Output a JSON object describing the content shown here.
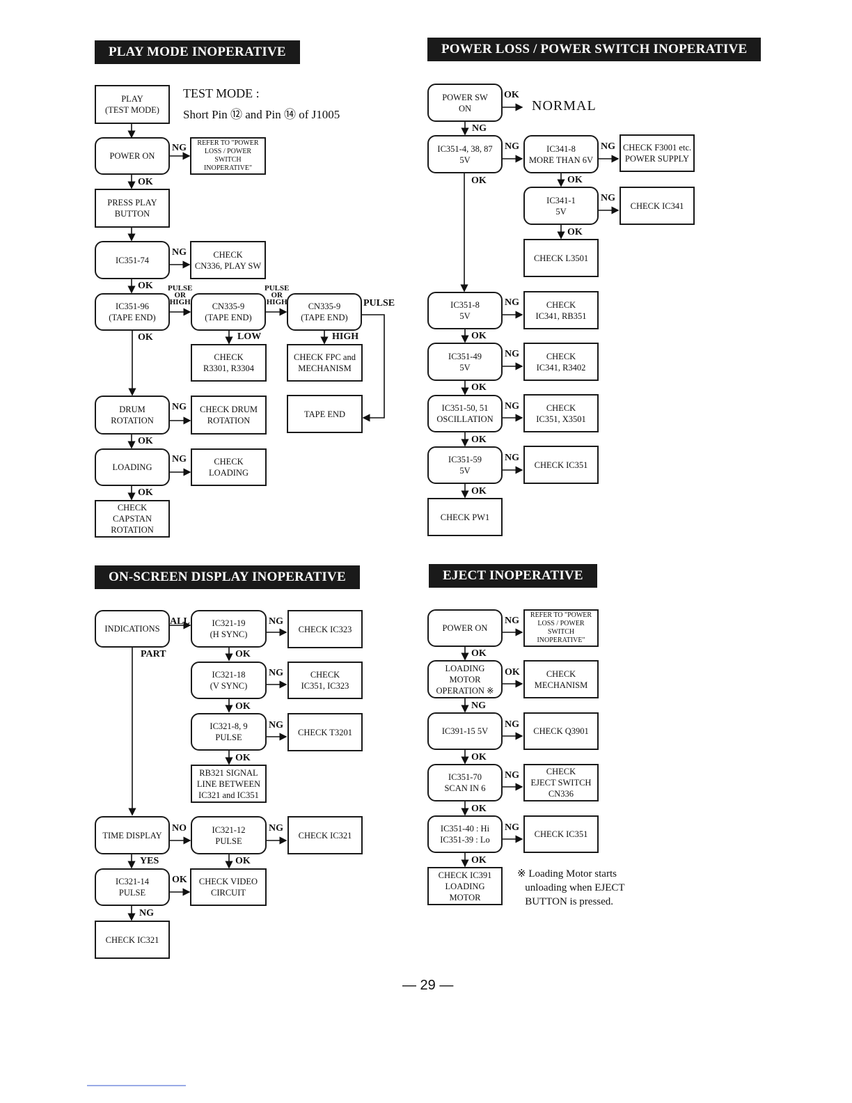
{
  "headers": {
    "play_mode": "PLAY MODE INOPERATIVE",
    "power_loss": "POWER LOSS / POWER SWITCH INOPERATIVE",
    "osd": "ON-SCREEN DISPLAY INOPERATIVE",
    "eject": "EJECT INOPERATIVE"
  },
  "play": {
    "test_mode_title": "TEST MODE :",
    "test_mode_desc": "Short Pin ⑫ and Pin ⑭ of J1005",
    "b_play": "PLAY\n(TEST MODE)",
    "b_power_on": "POWER ON",
    "b_refer": "REFER TO \"POWER\nLOSS / POWER\nSWITCH\nINOPERATIVE\"",
    "b_press_play": "PRESS PLAY\nBUTTON",
    "b_ic351_74": "IC351-74",
    "b_check_cn336": "CHECK\nCN336, PLAY SW",
    "b_ic351_96": "IC351-96\n(TAPE END)",
    "b_cn335_a": "CN335-9\n(TAPE END)",
    "b_cn335_b": "CN335-9\n(TAPE END)",
    "b_check_r3301": "CHECK\nR3301, R3304",
    "b_check_fpc": "CHECK FPC and\nMECHANISM",
    "b_tape_end": "TAPE END",
    "b_drum": "DRUM\nROTATION",
    "b_check_drum": "CHECK DRUM\nROTATION",
    "b_loading": "LOADING",
    "b_check_loading": "CHECK\nLOADING",
    "b_check_capstan": "CHECK\nCAPSTAN\nROTATION",
    "l_ng1": "NG",
    "l_ok1": "OK",
    "l_ng2": "NG",
    "l_ok2": "OK",
    "l_pulse_high1": "PULSE\nOR\nHIGH",
    "l_pulse_high2": "PULSE\nOR\nHIGH",
    "l_pulse": "PULSE",
    "l_ok3": "OK",
    "l_low": "LOW",
    "l_high": "HIGH",
    "l_ng3": "NG",
    "l_ok4": "OK",
    "l_ng4": "NG",
    "l_ok5": "OK"
  },
  "power": {
    "b_power_sw": "POWER SW\nON",
    "normal": "NORMAL",
    "b_ic351_4": "IC351-4, 38, 87\n5V",
    "b_ic341_8": "IC341-8\nMORE THAN 6V",
    "b_check_f3001": "CHECK F3001 etc.\nPOWER SUPPLY",
    "b_ic341_1": "IC341-1\n5V",
    "b_check_ic341": "CHECK IC341",
    "b_check_l3501": "CHECK L3501",
    "b_ic351_8": "IC351-8\n5V",
    "b_check_ic341_rb": "CHECK\nIC341, RB351",
    "b_ic351_49": "IC351-49\n5V",
    "b_check_ic341_r": "CHECK\nIC341, R3402",
    "b_ic351_50": "IC351-50, 51\nOSCILLATION",
    "b_check_x3501": "CHECK\nIC351, X3501",
    "b_ic351_59": "IC351-59\n5V",
    "b_check_ic351": "CHECK IC351",
    "b_check_pw1": "CHECK PW1",
    "l_ok0": "OK",
    "l_ng0": "NG",
    "l_ng1": "NG",
    "l_ng2": "NG",
    "l_ok1": "OK",
    "l_ok2": "OK",
    "l_ng3": "NG",
    "l_ok3": "OK",
    "l_ng4": "NG",
    "l_ok4": "OK",
    "l_ng5": "NG",
    "l_ok5": "OK",
    "l_ng6": "NG",
    "l_ok6": "OK",
    "l_ng7": "NG",
    "l_ok7": "OK"
  },
  "osd": {
    "b_indications": "INDICATIONS",
    "b_ic321_19": "IC321-19\n(H SYNC)",
    "b_check_ic323": "CHECK IC323",
    "b_ic321_18": "IC321-18\n(V SYNC)",
    "b_check_ic351_323": "CHECK\nIC351, IC323",
    "b_ic321_8": "IC321-8, 9\nPULSE",
    "b_check_t3201": "CHECK T3201",
    "b_rb321": "RB321 SIGNAL\nLINE BETWEEN\nIC321 and IC351",
    "b_time_display": "TIME DISPLAY",
    "b_ic321_12": "IC321-12\nPULSE",
    "b_check_ic321a": "CHECK IC321",
    "b_ic321_14": "IC321-14\nPULSE",
    "b_check_video": "CHECK VIDEO\nCIRCUIT",
    "b_check_ic321b": "CHECK IC321",
    "l_all": "ALL",
    "l_part": "PART",
    "l_ng1": "NG",
    "l_ok1": "OK",
    "l_ng2": "NG",
    "l_ok2": "OK",
    "l_ng3": "NG",
    "l_ok3": "OK",
    "l_no": "NO",
    "l_ng4": "NG",
    "l_ok4": "OK",
    "l_yes": "YES",
    "l_ok5": "OK",
    "l_ng5": "NG"
  },
  "eject": {
    "b_power_on": "POWER ON",
    "b_refer": "REFER TO \"POWER\nLOSS / POWER\nSWITCH\nINOPERATIVE\"",
    "b_loading_motor": "LOADING\nMOTOR\nOPERATION ※",
    "b_check_mech": "CHECK\nMECHANISM",
    "b_ic391": "IC391-15 5V",
    "b_check_q3901": "CHECK Q3901",
    "b_ic351_70": "IC351-70\nSCAN IN 6",
    "b_check_eject": "CHECK\nEJECT SWITCH\nCN336",
    "b_ic351_40": "IC351-40 : Hi\nIC351-39 : Lo",
    "b_check_ic351": "CHECK IC351",
    "b_check_ic391": "CHECK IC391\nLOADING\nMOTOR",
    "note": "※ Loading Motor starts\n   unloading when EJECT\n   BUTTON is pressed.",
    "l_ng1": "NG",
    "l_ok1": "OK",
    "l_ok2": "OK",
    "l_ng2": "NG",
    "l_ng3": "NG",
    "l_ok3": "OK",
    "l_ng4": "NG",
    "l_ok4": "OK",
    "l_ng5": "NG",
    "l_ok5": "OK"
  },
  "page_number": "— 29 —"
}
